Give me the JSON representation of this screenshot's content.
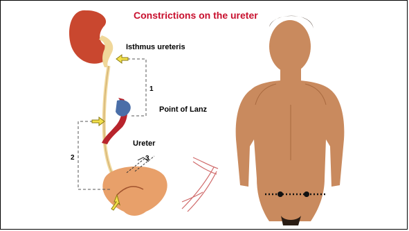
{
  "title": "Constrictions on the ureter",
  "labels": {
    "isthmus": "Isthmus ureteris",
    "lanz": "Point of Lanz",
    "ureter": "Ureter"
  },
  "segments": [
    "1",
    "2",
    "3"
  ],
  "colors": {
    "title": "#c8102e",
    "kidney": "#c9472f",
    "ureter": "#f0d79a",
    "arrow": "#f3e04a",
    "skin": "#c98a5e"
  }
}
